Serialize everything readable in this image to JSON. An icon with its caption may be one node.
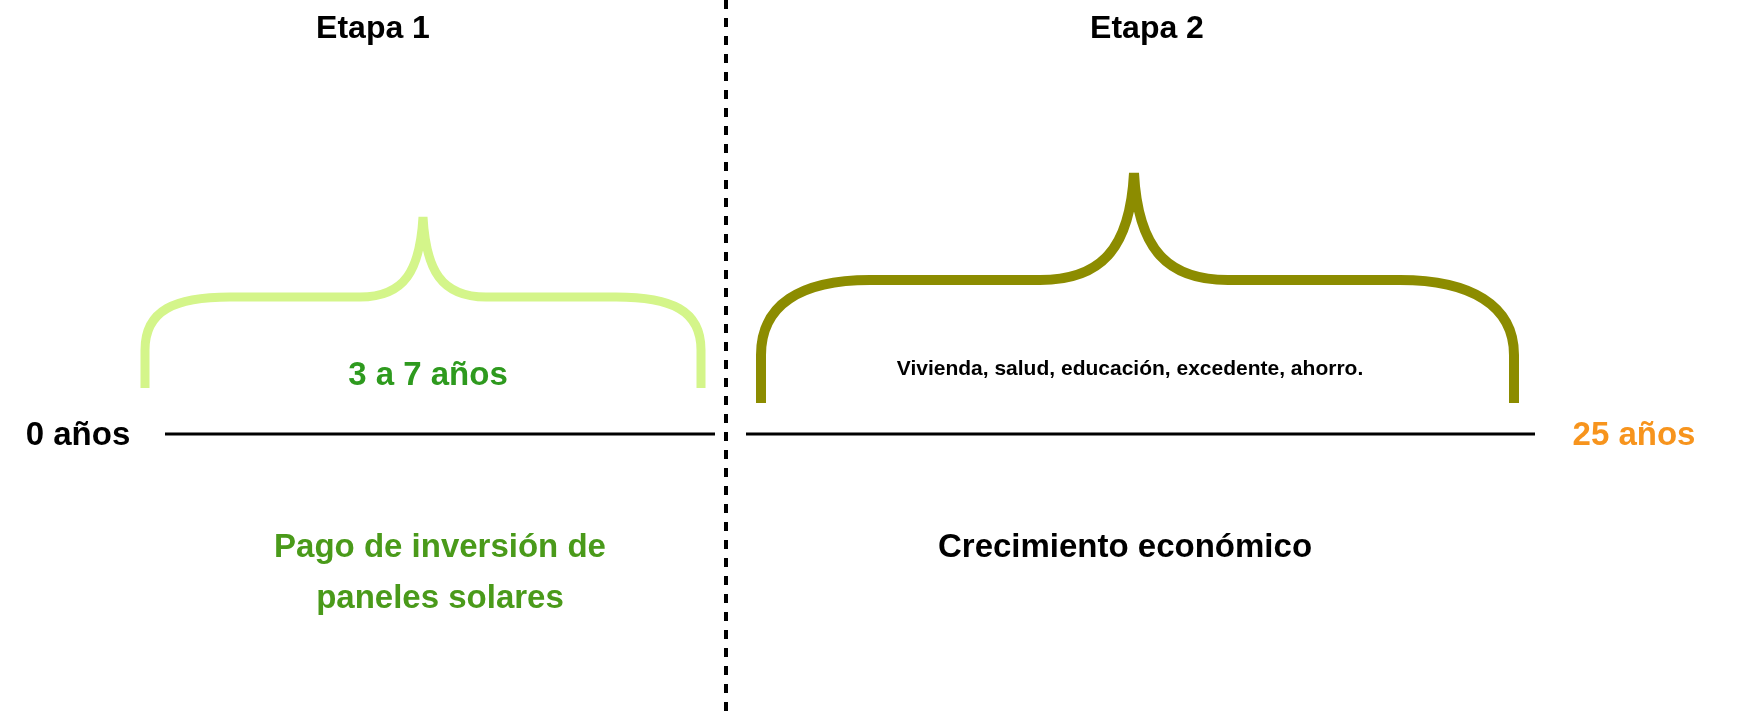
{
  "diagram": {
    "labels": [
      "Etapa 1",
      "Etapa 2",
      "3 a 7 años",
      "Vivienda, salud, educación, excedente, ahorro.",
      "0 años",
      "25 años",
      "Pago de inversión de paneles solares",
      "Crecimiento económico"
    ]
  }
}
